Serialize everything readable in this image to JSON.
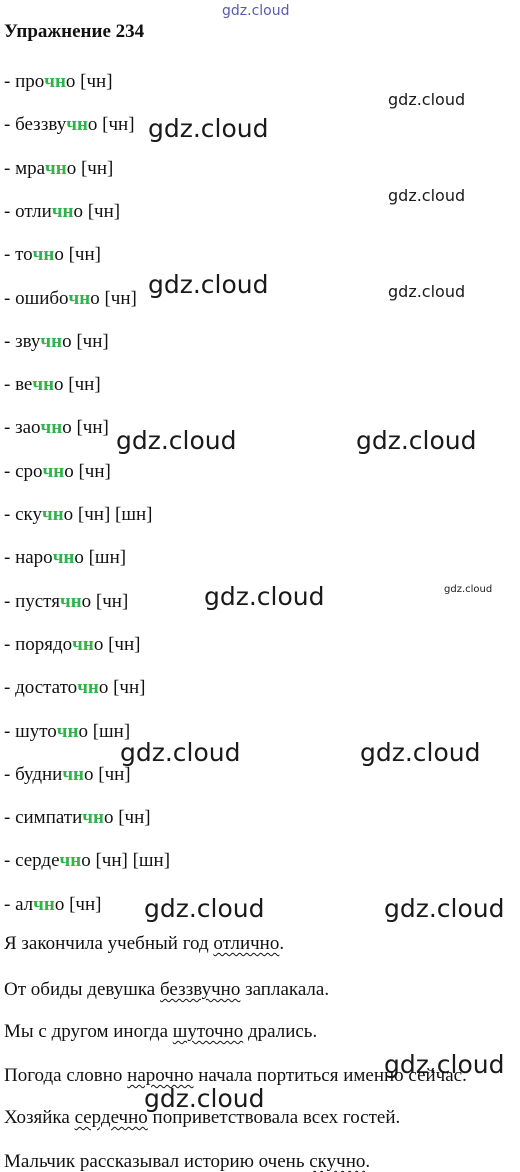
{
  "watermark": "gdz.cloud",
  "title": "Упражнение 234",
  "words": [
    {
      "pre": "- про",
      "hl": "чн",
      "post": "о [чн]"
    },
    {
      "pre": "- беззву",
      "hl": "чн",
      "post": "о [чн]"
    },
    {
      "pre": "- мра",
      "hl": "чн",
      "post": "о [чн]"
    },
    {
      "pre": "- отли",
      "hl": "чн",
      "post": "о [чн]"
    },
    {
      "pre": "- то",
      "hl": "чн",
      "post": "о [чн]"
    },
    {
      "pre": "- ошибо",
      "hl": "чн",
      "post": "о [чн]"
    },
    {
      "pre": "- зву",
      "hl": "чн",
      "post": "о [чн]"
    },
    {
      "pre": "- ве",
      "hl": "чн",
      "post": "о [чн]"
    },
    {
      "pre": "- зао",
      "hl": "чн",
      "post": "о [чн]"
    },
    {
      "pre": "- сро",
      "hl": "чн",
      "post": "о [чн]"
    },
    {
      "pre": "- ску",
      "hl": "чн",
      "post": "о [чн] [шн]"
    },
    {
      "pre": "- наро",
      "hl": "чн",
      "post": "о [шн]"
    },
    {
      "pre": "- пустя",
      "hl": "чн",
      "post": "о [чн]"
    },
    {
      "pre": "- порядо",
      "hl": "чн",
      "post": "о [чн]"
    },
    {
      "pre": "- достато",
      "hl": "чн",
      "post": "о [чн]"
    },
    {
      "pre": "- шуто",
      "hl": "чн",
      "post": "о [шн]"
    },
    {
      "pre": "- будни",
      "hl": "чн",
      "post": "о [чн]"
    },
    {
      "pre": "- симпати",
      "hl": "чн",
      "post": "о [чн]"
    },
    {
      "pre": "- серде",
      "hl": "чн",
      "post": "о [чн] [шн]"
    },
    {
      "pre": "- ал",
      "hl": "чн",
      "post": "о [чн]"
    }
  ],
  "sentences": [
    {
      "a": "Я закончила учебный год ",
      "u": "отлично",
      "b": "."
    },
    {
      "a": "От обиды девушка ",
      "u": "беззвучно",
      "b": " заплакала."
    },
    {
      "a": "Мы с другом иногда ",
      "u": "шуточно",
      "b": " дрались."
    },
    {
      "a": "Погода словно ",
      "u": "нарочно",
      "b": " начала портиться именно сейчас."
    },
    {
      "a": "Хозяйка ",
      "u": "сердечно",
      "b": " поприветствовала всех гостей."
    },
    {
      "a": "Мальчик рассказывал историю очень ",
      "u": "скучно",
      "b": "."
    }
  ]
}
